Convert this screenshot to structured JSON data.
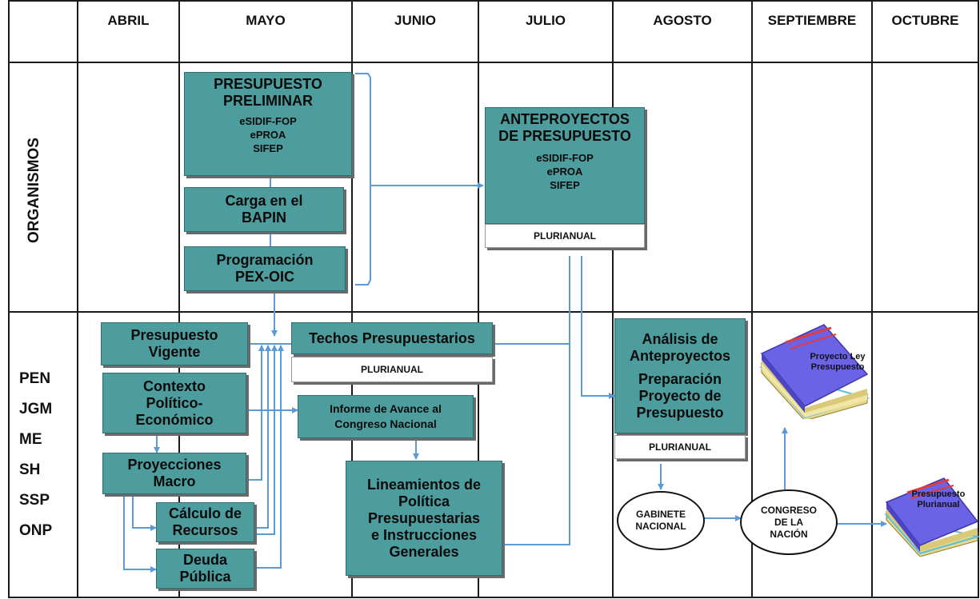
{
  "months": [
    "ABRIL",
    "MAYO",
    "JUNIO",
    "JULIO",
    "AGOSTO",
    "SEPTIEMBRE",
    "OCTUBRE"
  ],
  "rows": {
    "organismos": "ORGANISMOS",
    "actors": [
      "PEN",
      "JGM",
      "ME",
      "SH",
      "SSP",
      "ONP"
    ]
  },
  "boxes": {
    "presupuesto_preliminar": {
      "title": [
        "PRESUPUESTO",
        "PRELIMINAR"
      ],
      "systems": [
        "eSIDIF-FOP",
        "ePROA",
        "SIFEP"
      ]
    },
    "carga_bapin": [
      "Carga en el",
      "BAPIN"
    ],
    "programacion": [
      "Programación",
      "PEX-OIC"
    ],
    "anteproyectos": {
      "title": [
        "ANTEPROYECTOS",
        "DE PRESUPUESTO"
      ],
      "systems": [
        "eSIDIF-FOP",
        "ePROA",
        "SIFEP"
      ],
      "tag": "PLURIANUAL"
    },
    "presupuesto_vigente": [
      "Presupuesto",
      "Vigente"
    ],
    "contexto": [
      "Contexto",
      "Político-",
      "Económico"
    ],
    "proyecciones": [
      "Proyecciones",
      "Macro"
    ],
    "calculo": [
      "Cálculo de",
      "Recursos"
    ],
    "deuda": [
      "Deuda",
      "Pública"
    ],
    "techos": {
      "title": "Techos Presupuestarios",
      "tag": "PLURIANUAL"
    },
    "informe": [
      "Informe de Avance al",
      "Congreso Nacional"
    ],
    "lineamientos": [
      "Lineamientos de",
      "Política",
      "Presupuestarias",
      "e Instrucciones",
      "Generales"
    ],
    "analisis": {
      "title": [
        "Análisis de",
        "Anteproyectos"
      ],
      "prep": [
        "Preparación",
        "Proyecto de",
        "Presupuesto"
      ],
      "tag": "PLURIANUAL"
    }
  },
  "ovals": {
    "gabinete": [
      "GABINETE",
      "NACIONAL"
    ],
    "congreso": [
      "CONGRESO",
      "DE LA",
      "NACIÓN"
    ]
  },
  "books": {
    "proyecto_ley": [
      "Proyecto Ley",
      "Presupuesto"
    ],
    "plurianual": [
      "Presupuesto",
      "Plurianual"
    ]
  },
  "colors": {
    "box_fill": "#4e9d9e",
    "arrow": "#5b9bd5",
    "book_cover": "#6a63e6",
    "book_pages": "#e8d98a"
  },
  "icons": [
    "book-icon",
    "book-icon"
  ]
}
